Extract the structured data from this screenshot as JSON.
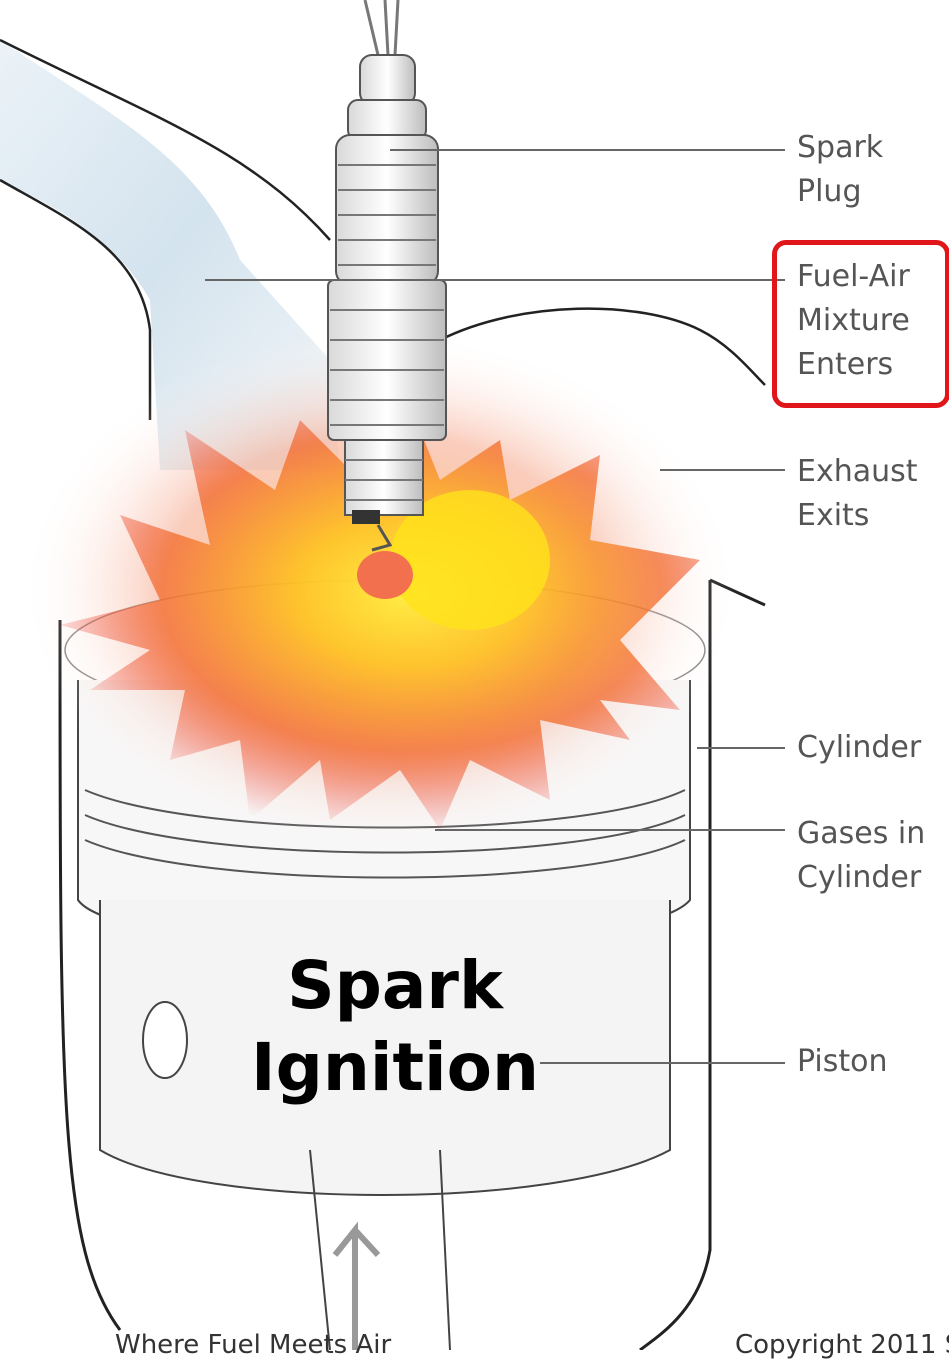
{
  "title": "Spark\nIgnition",
  "labels": {
    "spark_plug": "Spark\nPlug",
    "fuel_air": "Fuel-Air\nMixture\nEnters",
    "exhaust": "Exhaust\nExits",
    "cylinder": "Cylinder",
    "gases": "Gases in\nCylinder",
    "piston": "Piston"
  },
  "footer": {
    "left": "Where Fuel Meets Air",
    "right": "Copyright 2011 S"
  },
  "colors": {
    "highlight": "#e0161a",
    "flame_outer": "#e8232a",
    "flame_inner": "#ffe21a",
    "line": "#222222",
    "callout_line": "#666666"
  }
}
